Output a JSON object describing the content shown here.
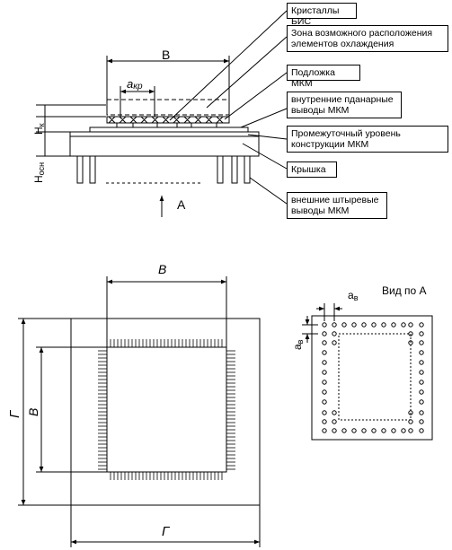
{
  "callouts": [
    {
      "text": "Кристаллы БИС"
    },
    {
      "text": "Зона возможного расположения элементов охлаждения"
    },
    {
      "text": "Подложка МКМ"
    },
    {
      "text": "внутренние пданарные выводы МКМ"
    },
    {
      "text": "Промежуточный уровень конструкции МКМ"
    },
    {
      "text": "Крышка"
    },
    {
      "text": "внешние штыревые выводы МКМ"
    }
  ],
  "side_view": {
    "dim_width": "B",
    "dim_chip": "a",
    "dim_chip_sub": "кр",
    "dim_h_cover": "H",
    "dim_h_cover_sub": "к",
    "dim_h_base": "H",
    "dim_h_base_sub": "осн",
    "view_arrow_label": "A"
  },
  "plan_view": {
    "dim_top": "B",
    "dim_left_inner": "B",
    "dim_left_outer": "Г",
    "dim_bottom": "Г"
  },
  "view_a": {
    "title": "Вид по  А",
    "pitch_h": "a",
    "pitch_h_sub": "в",
    "pitch_v": "a",
    "pitch_v_sub": "в"
  }
}
